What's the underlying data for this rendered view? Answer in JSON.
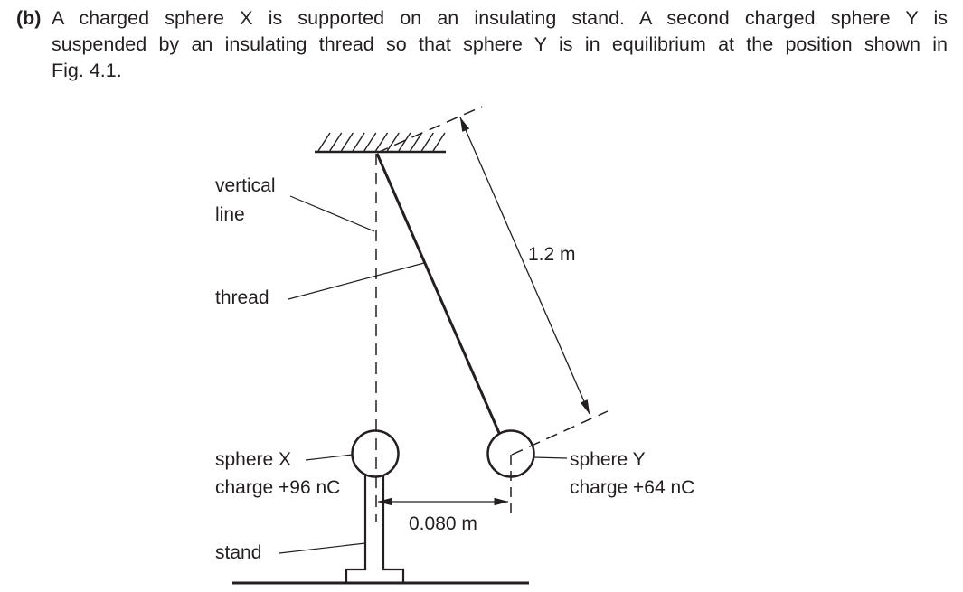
{
  "page": {
    "background": "#ffffff",
    "ink_color": "#231f20"
  },
  "question": {
    "part_label": "(b)",
    "lines": [
      "A charged sphere X is supported on an insulating stand. A second charged sphere Y is",
      "suspended by an insulating thread so that sphere Y is in equilibrium at the position shown in",
      "Fig. 4.1."
    ],
    "figure_reference": "Fig. 4.1"
  },
  "figure": {
    "vertical_line_label_1": "vertical",
    "vertical_line_label_2": "line",
    "thread_label": "thread",
    "sphere_x_label": "sphere X",
    "sphere_x_charge": "charge +96 nC",
    "stand_label": "stand",
    "sphere_y_label": "sphere Y",
    "sphere_y_charge": "charge +64 nC",
    "thread_length": "1.2 m",
    "separation": "0.080 m"
  }
}
